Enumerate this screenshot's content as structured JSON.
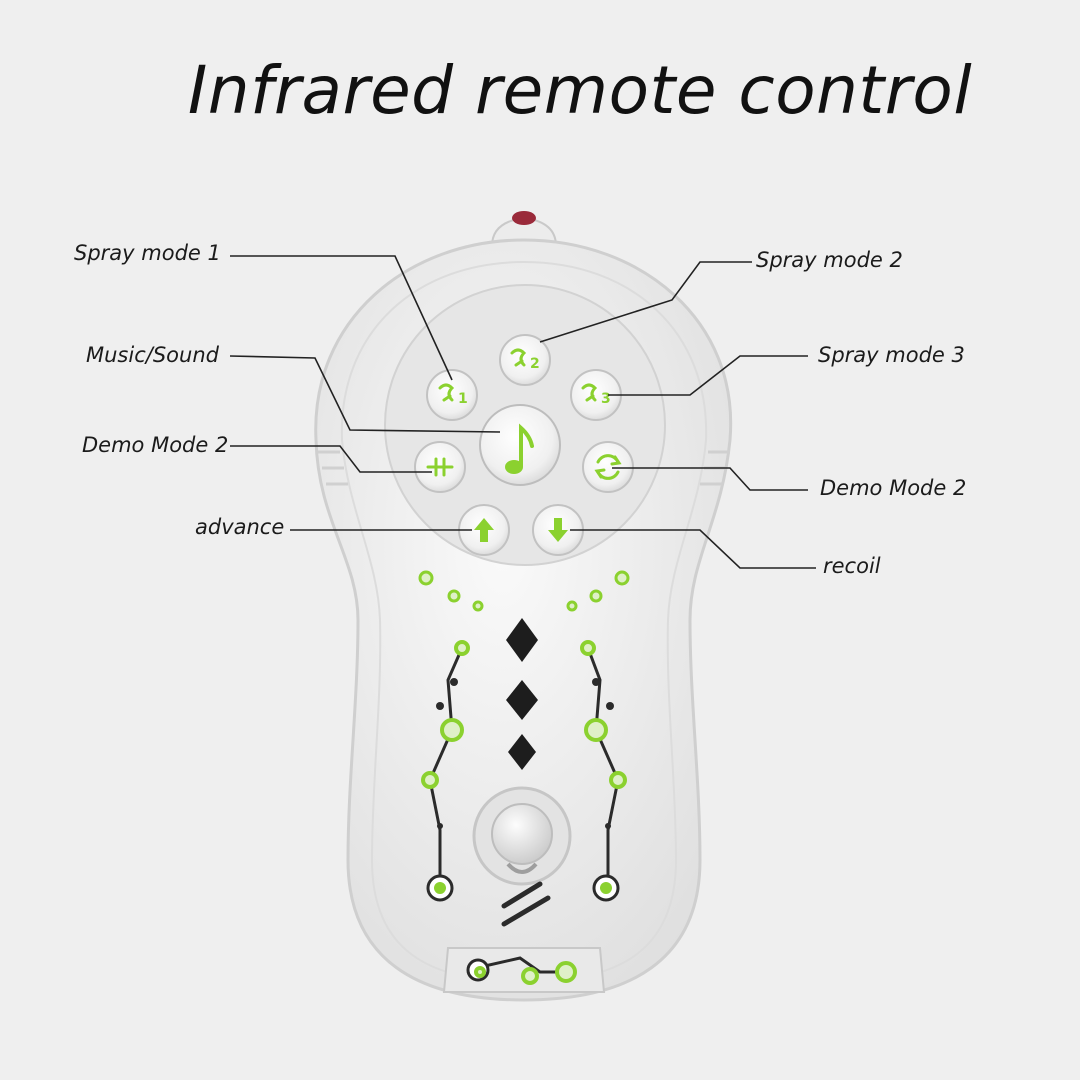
{
  "title": "Infrared remote control",
  "labels": {
    "spray_mode_1": "Spray mode 1",
    "spray_mode_2": "Spray mode 2",
    "spray_mode_3": "Spray mode 3",
    "music_sound": "Music/Sound",
    "demo_mode_2_left": "Demo Mode 2",
    "demo_mode_2_right": "Demo Mode 2",
    "advance": "advance",
    "recoil": "recoil"
  },
  "buttons": {
    "spray1_glyph": "1",
    "spray2_glyph": "2",
    "spray3_glyph": "3"
  },
  "colors": {
    "background": "#efefef",
    "remote_body": "#f4f4f4",
    "accent_green": "#8bd12f",
    "leader_lines": "#222222"
  }
}
